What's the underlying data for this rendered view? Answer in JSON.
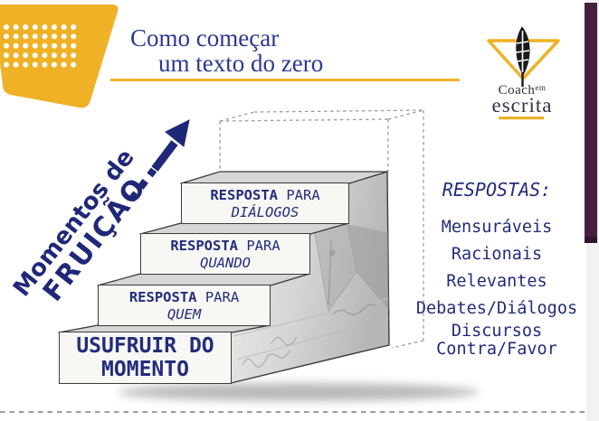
{
  "slide": {
    "title_line1": "Como começar",
    "title_line2": "um texto do zero"
  },
  "logo": {
    "brand_word1": "Coach",
    "brand_word2": "em",
    "brand_word3": "escrita"
  },
  "diagram": {
    "arrow_label_line1": "Momentos de",
    "arrow_label_line2": "FRUIÇÃO",
    "steps": [
      {
        "bold": "RESPOSTA",
        "regular": "PARA",
        "italic": "DIÁLOGOS"
      },
      {
        "bold": "RESPOSTA",
        "regular": "PARA",
        "italic": "QUANDO"
      },
      {
        "bold": "RESPOSTA",
        "regular": "PARA",
        "italic": "QUEM"
      },
      {
        "line1": "USUFRUIR DO",
        "line2": "MOMENTO"
      }
    ]
  },
  "respostas": {
    "heading": "RESPOSTAS:",
    "items": [
      "Mensuráveis",
      "Racionais",
      "Relevantes",
      "Debates/Diálogos",
      "Discursos",
      "Contra/Favor"
    ]
  },
  "colors": {
    "accent_yellow": "#EFB226",
    "navy_text": "#232C7C",
    "title_navy": "#2B3990",
    "purple_bar": "#46203E"
  }
}
